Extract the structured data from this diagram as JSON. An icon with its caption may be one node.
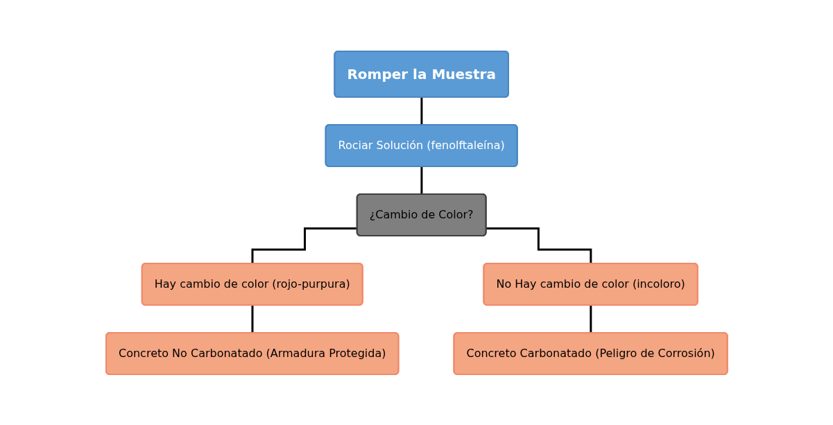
{
  "diagram": {
    "nodes": [
      {
        "text": [
          "Romper la Muestra"
        ]
      },
      {
        "text": [
          "Rociar Solución (fenolftaleína)"
        ]
      },
      {
        "text": [
          "¿Cambio de Color?"
        ]
      },
      {
        "text": [
          "Hay cambio de color (rojo-purpura)"
        ]
      },
      {
        "text": [
          "No Hay cambio de color (incoloro)"
        ]
      },
      {
        "text": [
          "Concreto No Carbonatado (Armadura Protegida)"
        ]
      },
      {
        "text": [
          "Concreto Carbonatado (Peligro de Corrosión)"
        ]
      }
    ],
    "edges": [
      {
        "from": 0,
        "to": 1,
        "arrow": "none"
      },
      {
        "from": 1,
        "to": 2,
        "arrow": "none"
      },
      {
        "from": 2,
        "to": 3,
        "arrow": "none"
      },
      {
        "from": 2,
        "to": 4,
        "arrow": "none"
      },
      {
        "from": 3,
        "to": 5,
        "arrow": "none"
      },
      {
        "from": 4,
        "to": 6,
        "arrow": "none"
      }
    ]
  }
}
